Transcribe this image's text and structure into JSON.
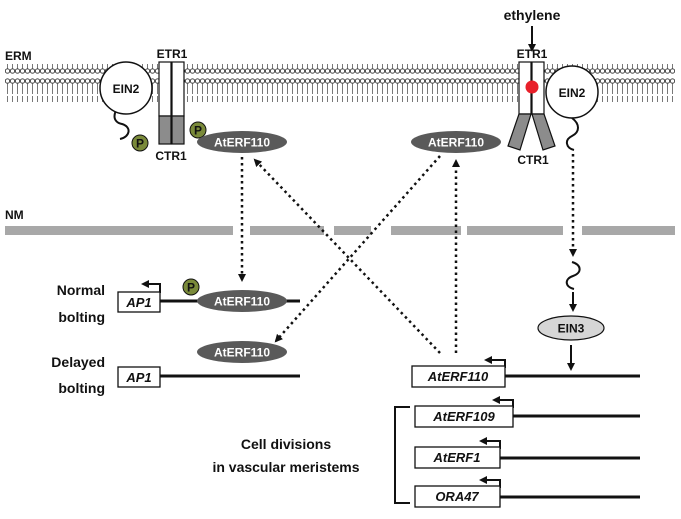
{
  "labels": {
    "ethylene": "ethylene",
    "erm": "ERM",
    "nm": "NM",
    "etr1_left": "ETR1",
    "etr1_right": "ETR1",
    "ein2_left": "EIN2",
    "ein2_right": "EIN2",
    "ctr1_left": "CTR1",
    "ctr1_right": "CTR1",
    "p_symbol": "P",
    "aterf110_protein": "AtERF110",
    "ein3": "EIN3",
    "normal_bolting_line1": "Normal",
    "normal_bolting_line2": "bolting",
    "delayed_bolting_line1": "Delayed",
    "delayed_bolting_line2": "bolting",
    "cell_divisions_line1": "Cell divisions",
    "cell_divisions_line2": "in vascular meristems"
  },
  "genes": {
    "ap1": "AP1",
    "aterf110": "AtERF110",
    "aterf109": "AtERF109",
    "aterf1": "AtERF1",
    "ora47": "ORA47"
  },
  "colors": {
    "protein_dark": "#5a5a5a",
    "phospho_green": "#7a8a3a",
    "ethylene_dot": "#e8202a",
    "membrane_grey": "#a8a8a8",
    "ein3_fill": "#d6d6d6"
  }
}
